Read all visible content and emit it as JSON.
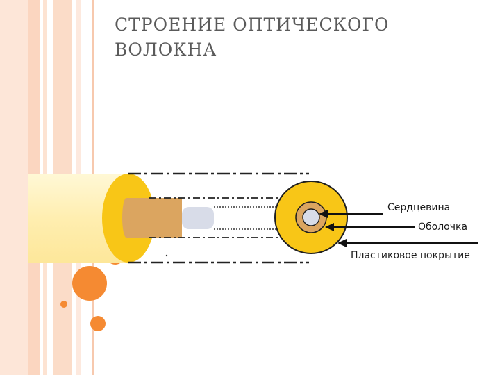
{
  "slide": {
    "title_line1": "СТРОЕНИЕ ОПТИЧЕСКОГО",
    "title_line2": "ВОЛОКНА"
  },
  "diagram": {
    "labels": {
      "core": "Сердцевина",
      "cladding": "Оболочка",
      "coating": "Пластиковое покрытие"
    }
  },
  "colors": {
    "stripe_light": "#fde3d2",
    "stripe_mid": "#fbd3bb",
    "accent_orange": "#f58a32",
    "coating_yellow": "#f8c617",
    "cladding_tan": "#dba560",
    "core_grey": "#d8dce8"
  }
}
